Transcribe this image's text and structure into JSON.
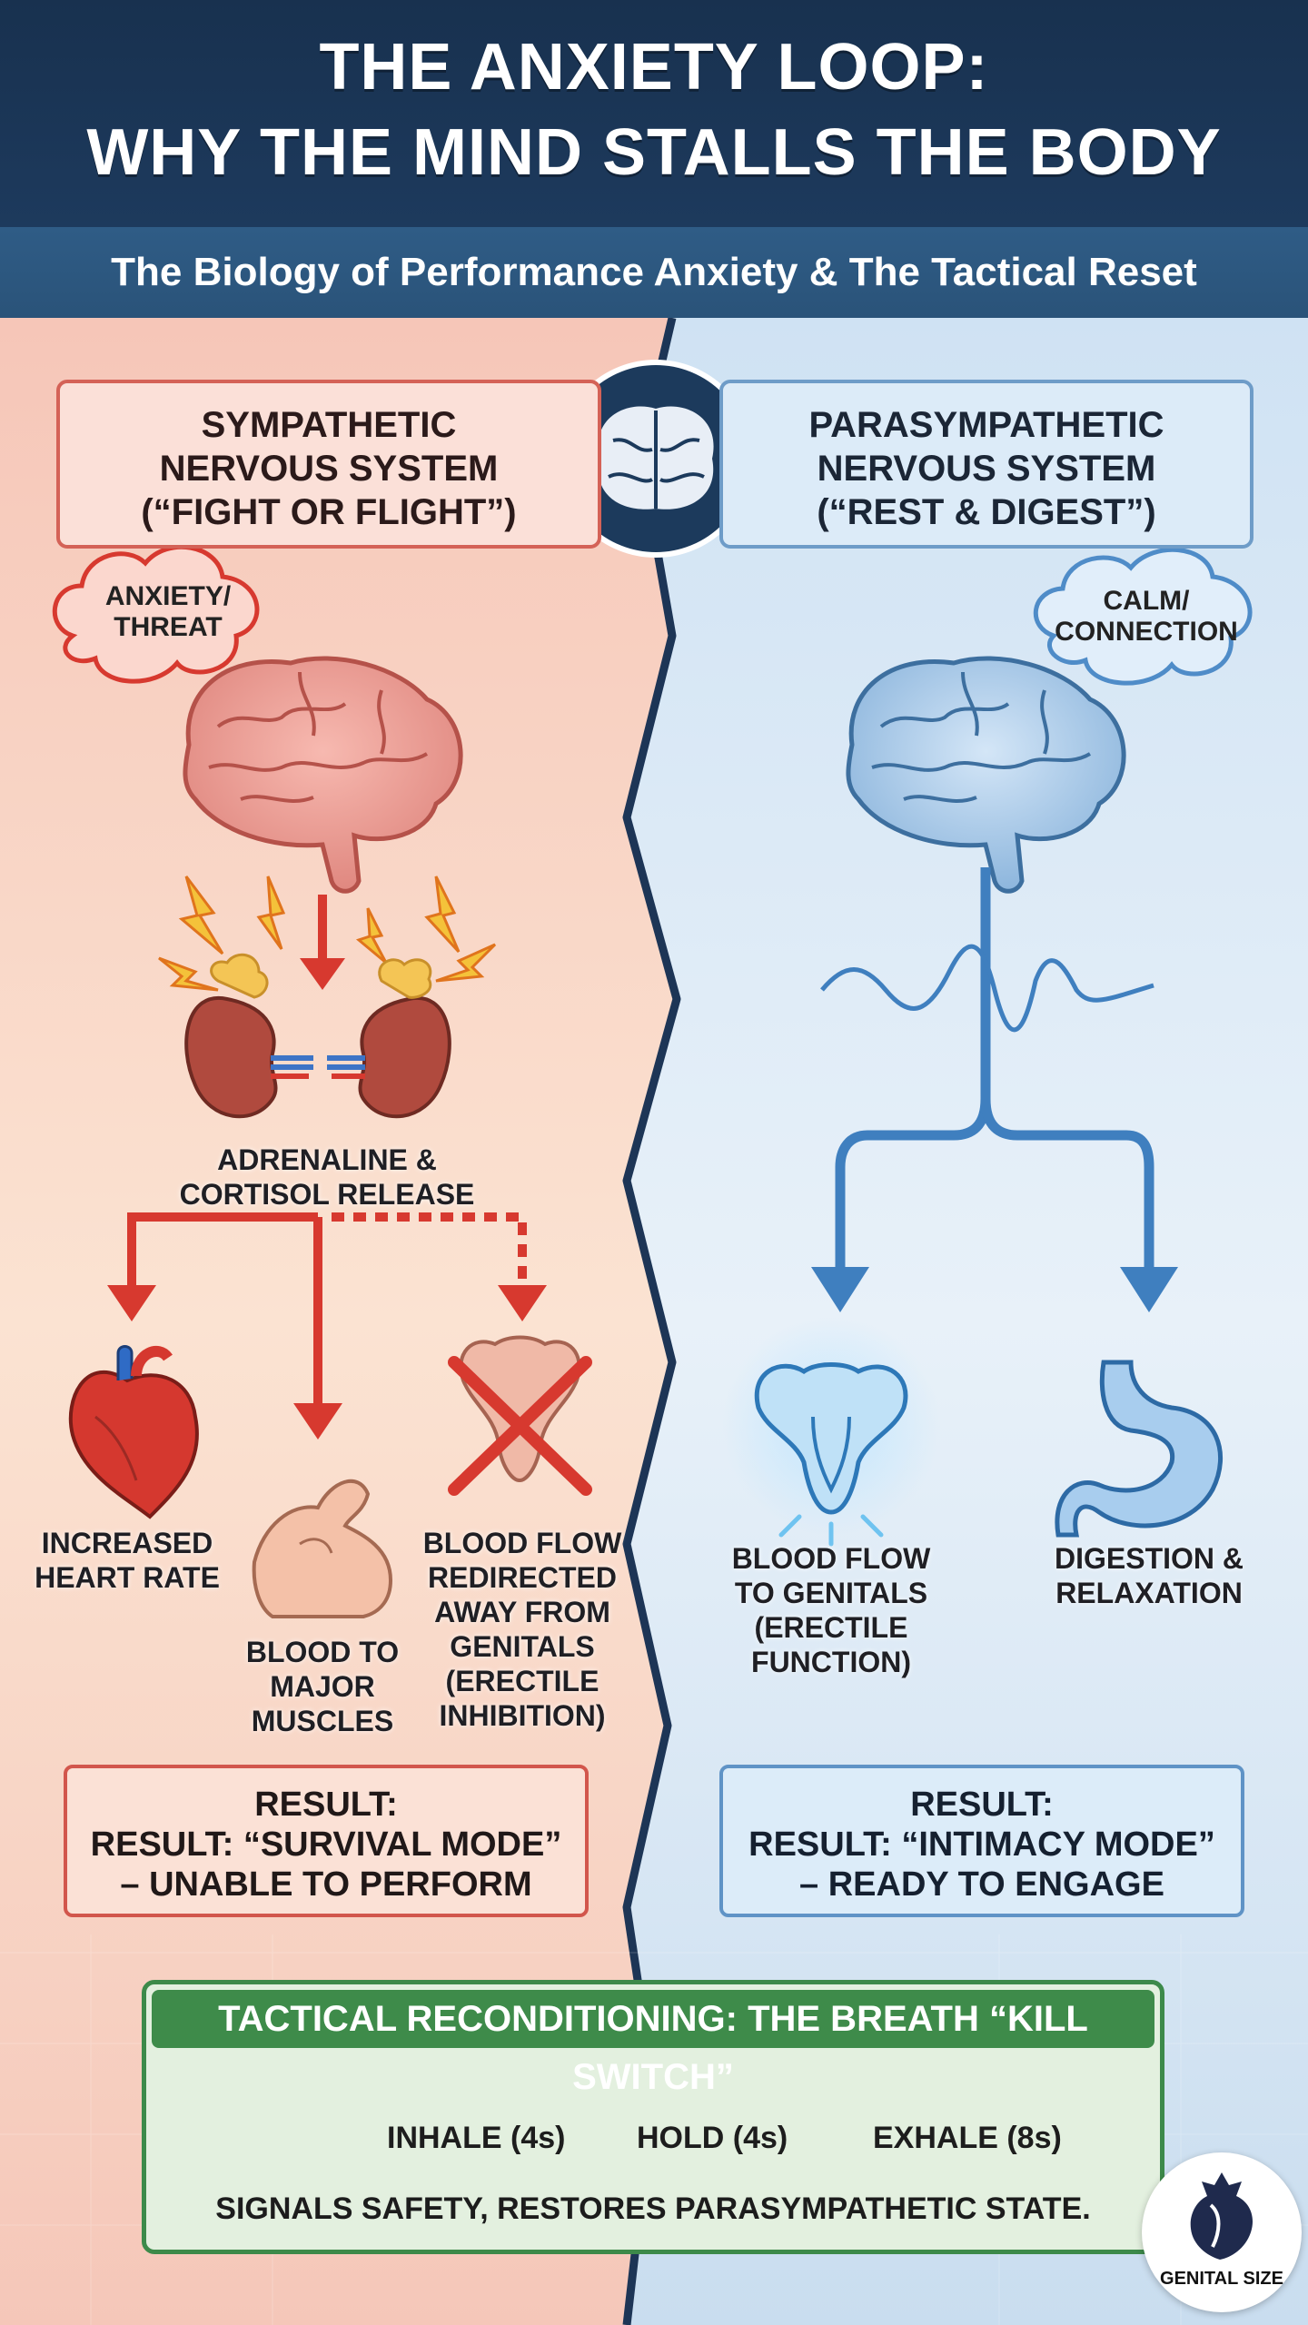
{
  "header": {
    "title_line1": "THE ANXIETY LOOP:",
    "title_line2": "WHY THE MIND STALLS THE BODY",
    "subtitle": "The Biology of Performance Anxiety & The Tactical Reset"
  },
  "sympathetic": {
    "title_line1": "SYMPATHETIC",
    "title_line2": "NERVOUS SYSTEM",
    "title_line3": "(“FIGHT OR FLIGHT”)",
    "cloud_line1": "ANXIETY/",
    "cloud_line2": "THREAT",
    "release_line1": "ADRENALINE &",
    "release_line2": "CORTISOL RELEASE",
    "effect_heart_line1": "INCREASED",
    "effect_heart_line2": "HEART RATE",
    "effect_muscle_line1": "BLOOD TO",
    "effect_muscle_line2": "MAJOR",
    "effect_muscle_line3": "MUSCLES",
    "effect_genital_line1": "BLOOD FLOW",
    "effect_genital_line2": "REDIRECTED",
    "effect_genital_line3": "AWAY FROM",
    "effect_genital_line4": "GENITALS",
    "effect_genital_line5": "(ERECTILE",
    "effect_genital_line6": "INHIBITION)",
    "result_line1": "RESULT:",
    "result_line2": "RESULT: “SURVIVAL MODE”",
    "result_line3": "– UNABLE TO PERFORM"
  },
  "parasympathetic": {
    "title_line1": "PARASYMPATHETIC",
    "title_line2": "NERVOUS SYSTEM",
    "title_line3": "(“REST & DIGEST”)",
    "cloud_line1": "CALM/",
    "cloud_line2": "CONNECTION",
    "effect_genital_line1": "BLOOD FLOW",
    "effect_genital_line2": "TO GENITALS",
    "effect_genital_line3": "(ERECTILE",
    "effect_genital_line4": "FUNCTION)",
    "effect_digest_line1": "DIGESTION &",
    "effect_digest_line2": "RELAXATION",
    "result_line1": "RESULT:",
    "result_line2": "RESULT: “INTIMACY MODE”",
    "result_line3": "– READY TO ENGAGE"
  },
  "tactical": {
    "title": "TACTICAL RECONDITIONING: THE BREATH “KILL SWITCH”",
    "inhale": "INHALE (4s)",
    "hold": "HOLD (4s)",
    "exhale": "EXHALE (8s)",
    "footer": "SIGNALS SAFETY, RESTORES PARASYMPATHETIC STATE."
  },
  "logo": {
    "text": "GENITAL SIZE"
  },
  "icons": {
    "brain_center": "brain-icon",
    "brain_left": "brain-anxious-icon",
    "brain_right": "brain-calm-icon",
    "kidneys": "kidney-adrenal-icon",
    "heart": "heart-icon",
    "muscle": "flexed-arm-icon",
    "genital_blocked": "genital-crossed-icon",
    "genital_healthy": "genital-icon",
    "stomach": "stomach-icon",
    "breathing": "breathing-head-icon"
  },
  "colors": {
    "navy": "#18314f",
    "sympathetic_red": "#d2453c",
    "parasympathetic_blue": "#3f7fbf",
    "tactical_green": "#3e8b4a"
  }
}
